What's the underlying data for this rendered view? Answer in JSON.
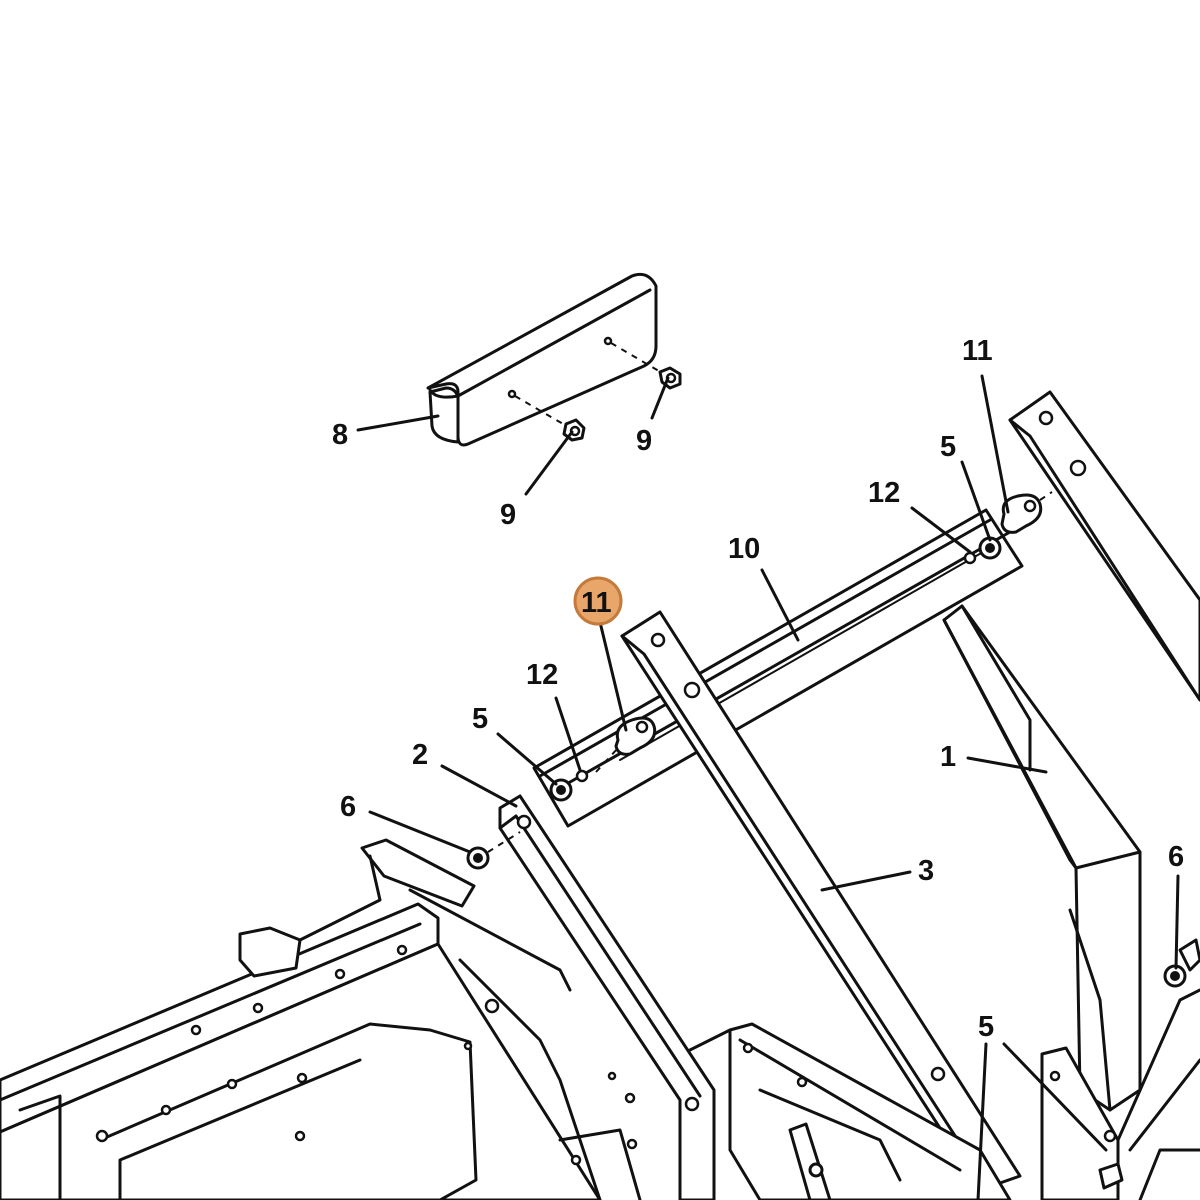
{
  "colors": {
    "ink": "#111111",
    "highlight_fill": "#e8a66b",
    "highlight_stroke": "#c47a3a"
  },
  "labels": {
    "l8": "8",
    "l9a": "9",
    "l9b": "9",
    "l11_right": "11",
    "l5_right": "5",
    "l12_right": "12",
    "l10": "10",
    "l11_highlighted": "11",
    "l12_left": "12",
    "l5_left": "5",
    "l2": "2",
    "l6_left": "6",
    "l1": "1",
    "l3": "3",
    "l6_right": "6",
    "l5_bottom": "5"
  }
}
